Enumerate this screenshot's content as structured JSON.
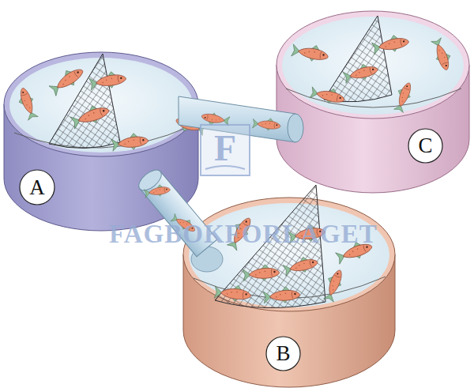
{
  "diagram": {
    "nodes": [
      {
        "text": [
          "A"
        ]
      },
      {
        "text": [
          "C"
        ]
      },
      {
        "text": [
          "B"
        ]
      }
    ],
    "labels": [
      "F",
      "FAGBOKFORLAGET"
    ]
  }
}
